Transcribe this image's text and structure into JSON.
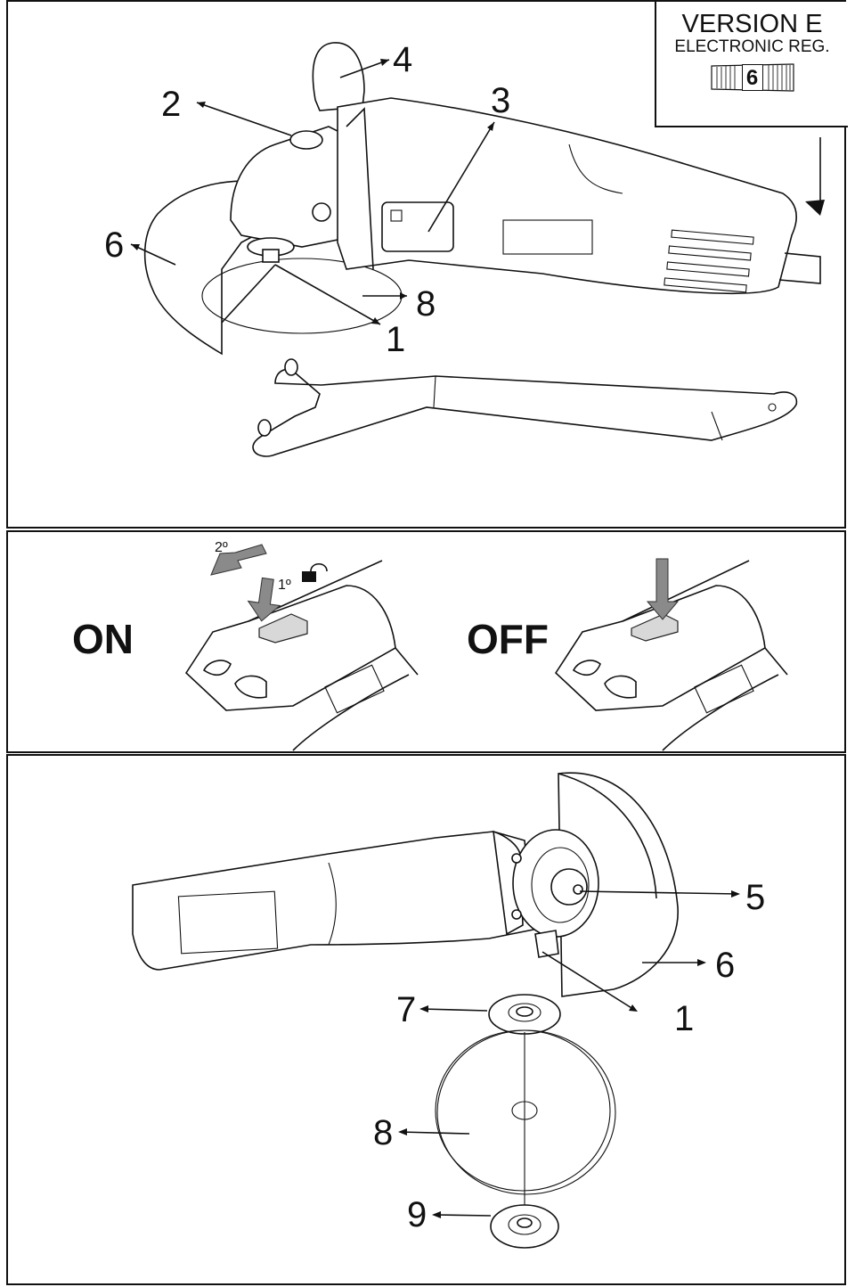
{
  "top_panel": {
    "version_title": "VERSION E",
    "version_subtitle": "ELECTRONIC REG.",
    "knob_value": "6",
    "callouts": [
      "2",
      "4",
      "3",
      "6",
      "8",
      "1"
    ]
  },
  "switch_panel": {
    "on_label": "ON",
    "off_label": "OFF",
    "step_2": "2º",
    "step_1": "1º"
  },
  "assembly_panel": {
    "callouts": [
      "5",
      "6",
      "7",
      "1",
      "8",
      "9"
    ]
  }
}
